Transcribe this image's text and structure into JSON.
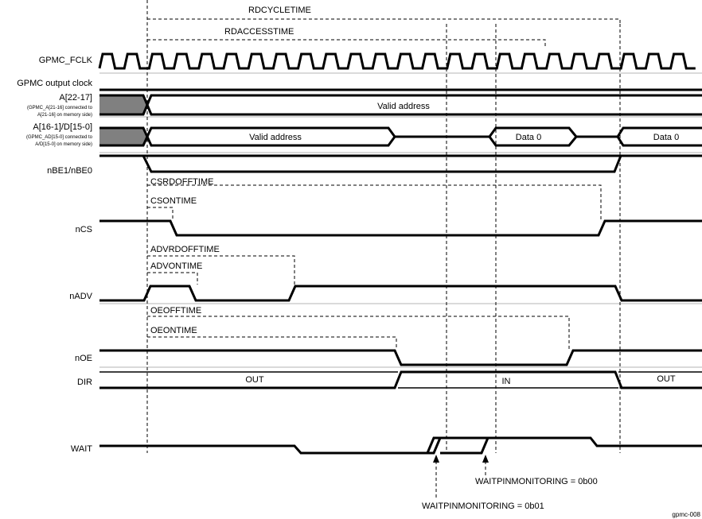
{
  "timing_labels": {
    "rdcycletime": "RDCYCLETIME",
    "rdaccesstime": "RDACCESSTIME",
    "csrdofftime": "CSRDOFFTIME",
    "csontime": "CSONTIME",
    "advrdofftime": "ADVRDOFFTIME",
    "advontime": "ADVONTIME",
    "oeofftime": "OEOFFTIME",
    "oeontime": "OEONTIME"
  },
  "signals": {
    "fclk": "GPMC_FCLK",
    "output_clock": "GPMC output clock",
    "addr_high": "A[22-17]",
    "addr_high_note1": "(GPMC_A[21-16] connected to",
    "addr_high_note2": "A[21-16] on memory side)",
    "addr_data": "A[16-1]/D[15-0]",
    "addr_data_note1": "(GPMC_AD[15-0] connected to",
    "addr_data_note2": "A/D[15-0] on memory side)",
    "nbe": "nBE1/nBE0",
    "ncs": "nCS",
    "nadv": "nADV",
    "noe": "nOE",
    "dir": "DIR",
    "wait": "WAIT"
  },
  "bus_values": {
    "valid_address_1": "Valid address",
    "valid_address_2": "Valid address",
    "data0_1": "Data 0",
    "data0_2": "Data 0",
    "dir_out_1": "OUT",
    "dir_in": "IN",
    "dir_out_2": "OUT"
  },
  "annotations": {
    "wait_b00": "WAITPINMONITORING = 0b00",
    "wait_b01": "WAITPINMONITORING = 0b01"
  },
  "figure_id": "gpmc-008"
}
